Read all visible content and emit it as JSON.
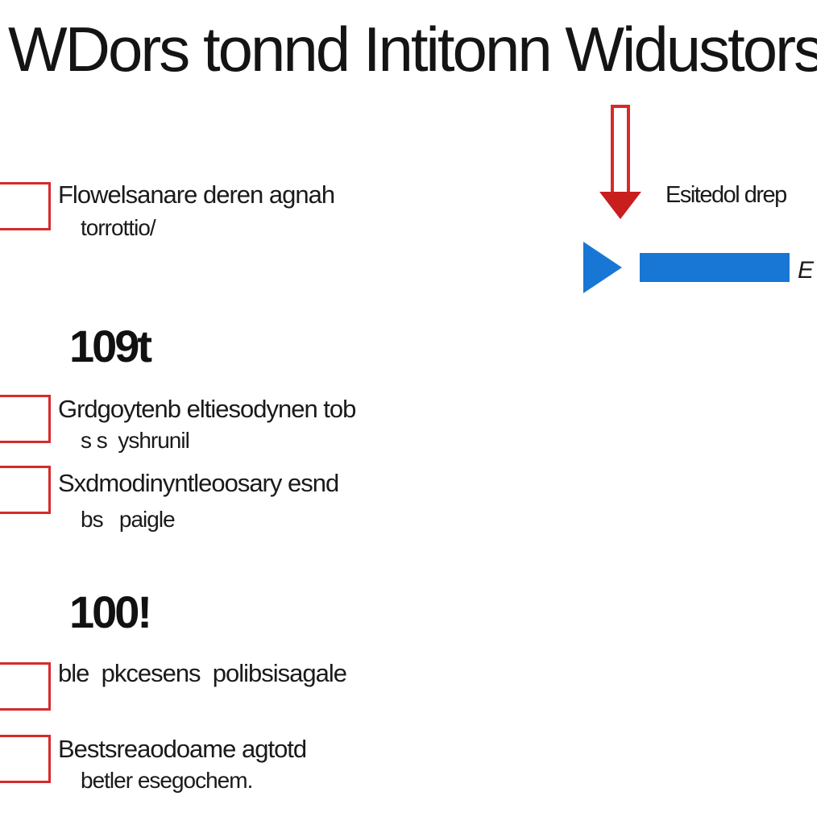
{
  "page": {
    "title": "WDors tonnd Intitonn Widustors"
  },
  "sections": [
    {
      "number": "",
      "items": [
        {
          "title": "Flowelsanare deren agnah",
          "subtitle": "torrottio/"
        }
      ]
    },
    {
      "number": "109t",
      "items": [
        {
          "title": "Grdgoytenb eltiesodynen tob",
          "subtitle": "s s  yshrunil"
        },
        {
          "title": "Sxdmodinyntleoosary esnd",
          "subtitle": "bs   paigle"
        }
      ]
    },
    {
      "number": "100!",
      "items": [
        {
          "title": "ble  pkcesens  polibsisagale",
          "subtitle": ""
        },
        {
          "title": "Bestsreaodoame agtotd",
          "subtitle": "betler esegochem."
        }
      ]
    }
  ],
  "side_panel": {
    "label": "Esitedol drep",
    "progress_tail": "E",
    "progress_value": 1.0
  },
  "colors": {
    "accent_red": "#d52b2b",
    "accent_blue": "#1877d4",
    "text": "#111111"
  },
  "icons": {
    "arrow": "arrow-down-icon",
    "play": "play-icon"
  }
}
